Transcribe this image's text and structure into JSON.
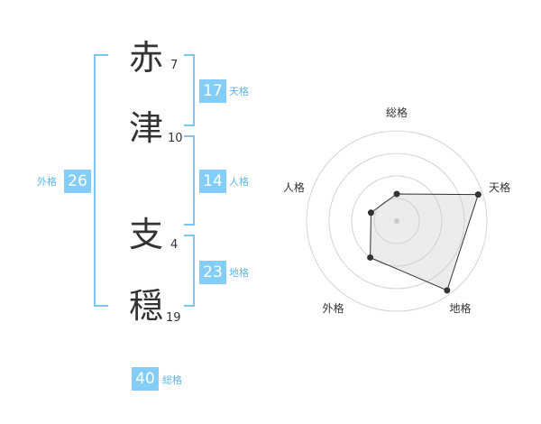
{
  "colors": {
    "accent": "#84cdf6",
    "line": "#7fc4ee",
    "label": "#5eb6e8",
    "text": "#333333"
  },
  "name": {
    "chars": [
      {
        "char": "赤",
        "strokes": "7"
      },
      {
        "char": "津",
        "strokes": "10"
      },
      {
        "char": "支",
        "strokes": "4"
      },
      {
        "char": "穏",
        "strokes": "19"
      }
    ]
  },
  "kaku": {
    "tenkaku": {
      "value": "17",
      "label": "天格"
    },
    "jinkaku": {
      "value": "14",
      "label": "人格"
    },
    "chikaku": {
      "value": "23",
      "label": "地格"
    },
    "gaikaku": {
      "value": "26",
      "label": "外格"
    },
    "soukaku": {
      "value": "40",
      "label": "総格"
    }
  },
  "chart_data": {
    "type": "radar",
    "axes": [
      "総格",
      "天格",
      "地格",
      "外格",
      "人格"
    ],
    "values": [
      0.3,
      0.95,
      0.95,
      0.5,
      0.3
    ],
    "max": 1,
    "rings": 4,
    "grid": true
  }
}
